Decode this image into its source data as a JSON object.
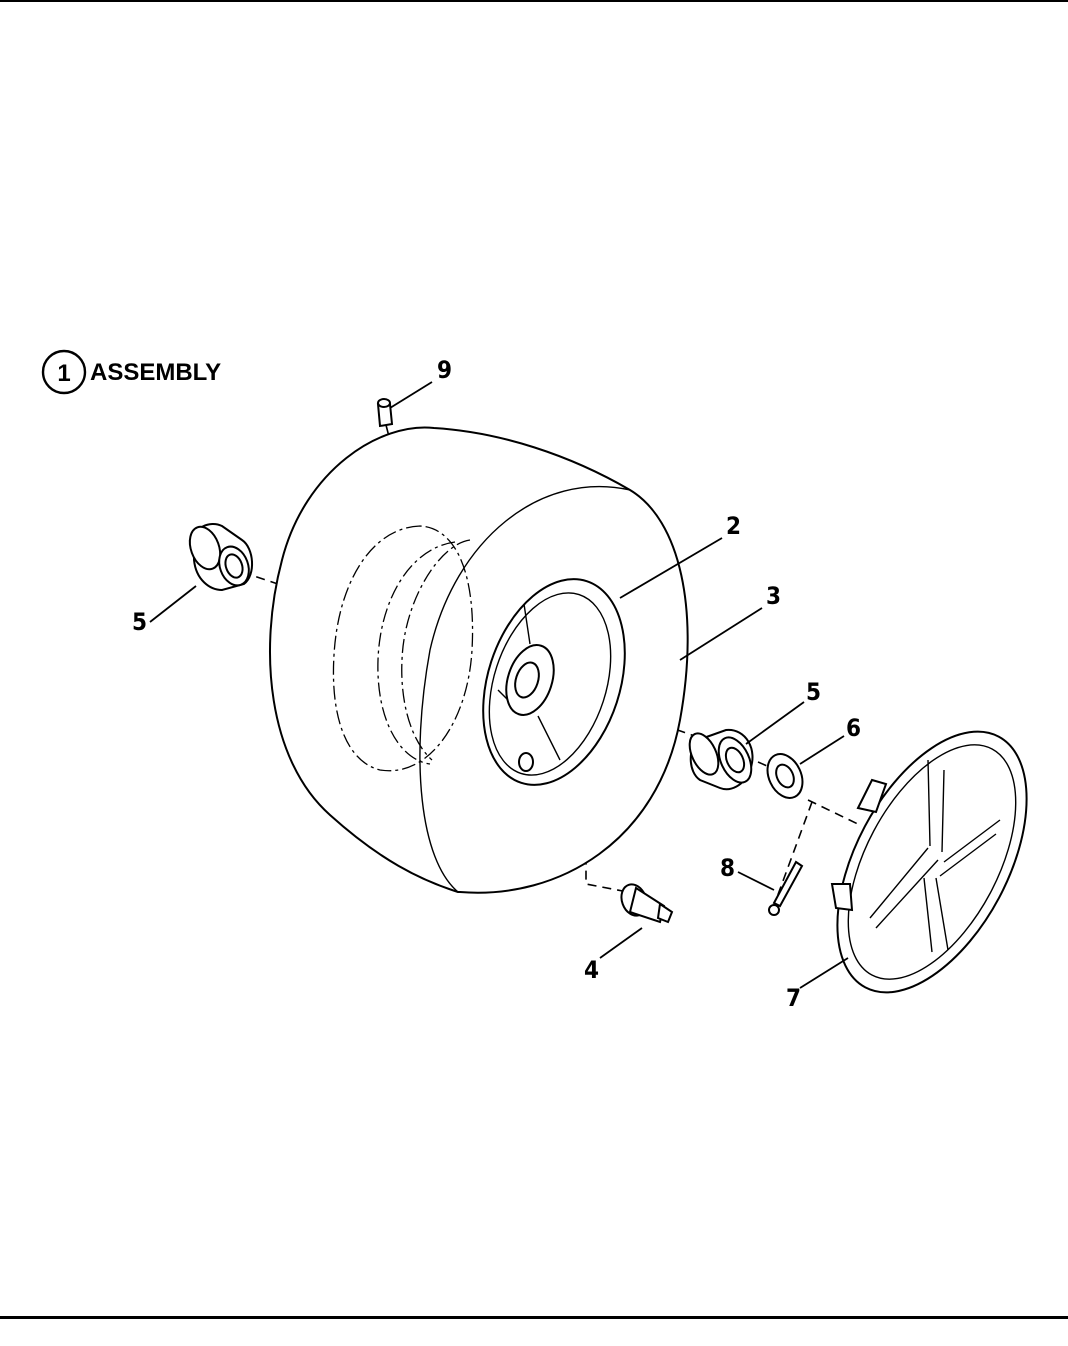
{
  "assembly": {
    "index": "1",
    "title": "ASSEMBLY"
  },
  "callouts": {
    "hub_rim": "2",
    "tire": "3",
    "valve_stem": "4",
    "bushing_left": "5",
    "bushing_right": "5",
    "washer": "6",
    "hub_cap": "7",
    "cotter_pin": "8",
    "grease_fitting": "9"
  }
}
